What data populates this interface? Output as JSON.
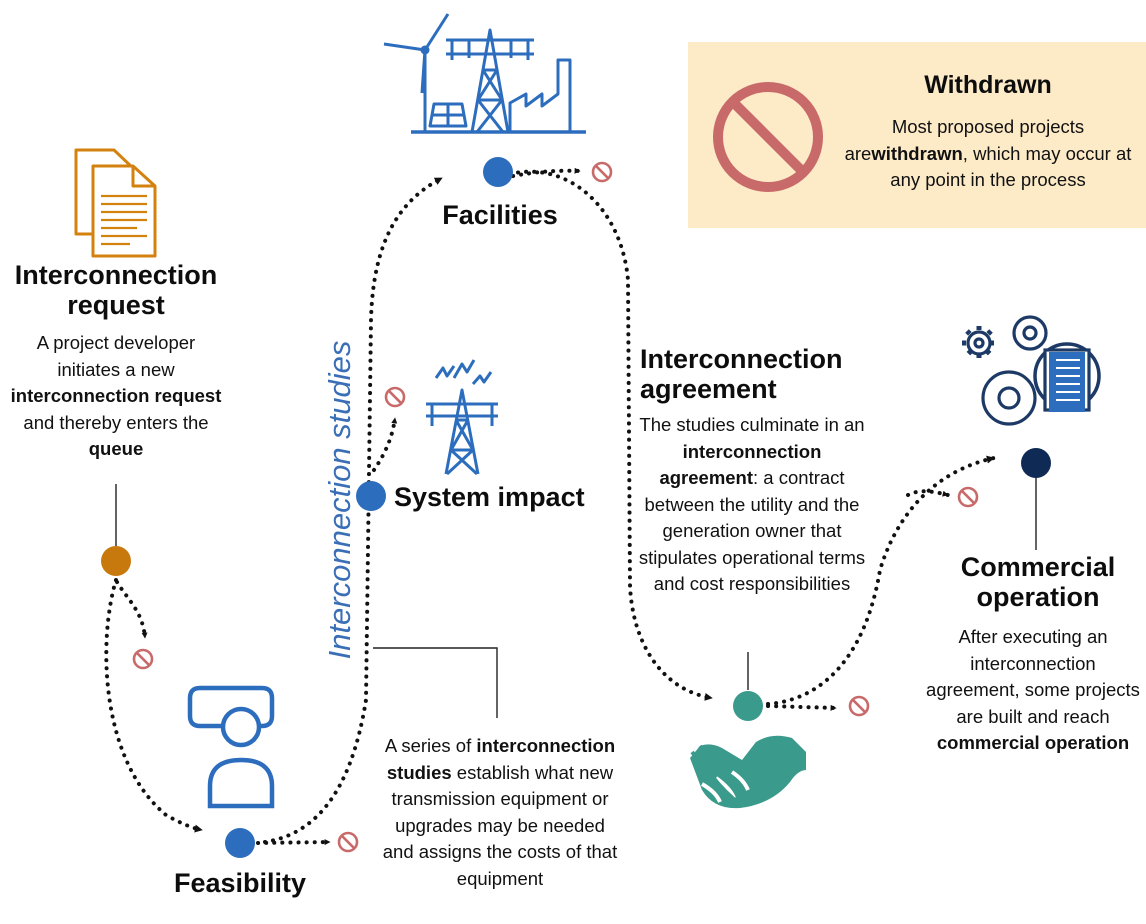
{
  "withdrawn": {
    "title": "Withdrawn",
    "text": [
      {
        "t": "Most proposed projects are"
      },
      {
        "t": "withdrawn",
        "b": true
      },
      {
        "t": ", which may occur at any point in the process"
      }
    ]
  },
  "interconnection_request": {
    "title": "Interconnection request",
    "text": [
      {
        "t": "A project developer initiates a new "
      },
      {
        "t": "interconnection request",
        "b": true
      },
      {
        "t": " and thereby enters the "
      },
      {
        "t": "queue",
        "b": true
      }
    ]
  },
  "studies_label": "Interconnection studies",
  "facilities": {
    "title": "Facilities"
  },
  "system_impact": {
    "title": "System impact"
  },
  "feasibility": {
    "title": "Feasibility"
  },
  "studies_note": {
    "text": [
      {
        "t": "A series of "
      },
      {
        "t": "interconnection studies",
        "b": true
      },
      {
        "t": " establish what new transmission equipment or upgrades may be needed and assigns the costs of that equipment"
      }
    ]
  },
  "interconnection_agreement": {
    "title": "Interconnection agreement",
    "text": [
      {
        "t": "The studies culminate in an "
      },
      {
        "t": "interconnection agreement",
        "b": true
      },
      {
        "t": ": a contract between the utility and the generation owner that stipulates operational terms and cost responsibilities"
      }
    ]
  },
  "commercial_operation": {
    "title": "Commercial operation",
    "text": [
      {
        "t": "After executing an interconnection agreement, some projects are built and reach "
      },
      {
        "t": "commercial operation",
        "b": true
      }
    ]
  },
  "colors": {
    "request": "#c8790e",
    "study": "#2d6dbd",
    "agreement": "#3a9a8c",
    "commercial": "#0f2a55",
    "withdrawn": "#c96a6a",
    "withdrawn_bg": "#fdebc8",
    "icon_blue": "#2d6dbd",
    "icon_navy": "#1d3a66"
  },
  "icons": [
    "documents-icon",
    "speech-bubble-icon",
    "person-icon",
    "energy-facilities-icon",
    "lightning-tower-icon",
    "handshake-icon",
    "gears-building-icon",
    "no-entry-icon"
  ]
}
